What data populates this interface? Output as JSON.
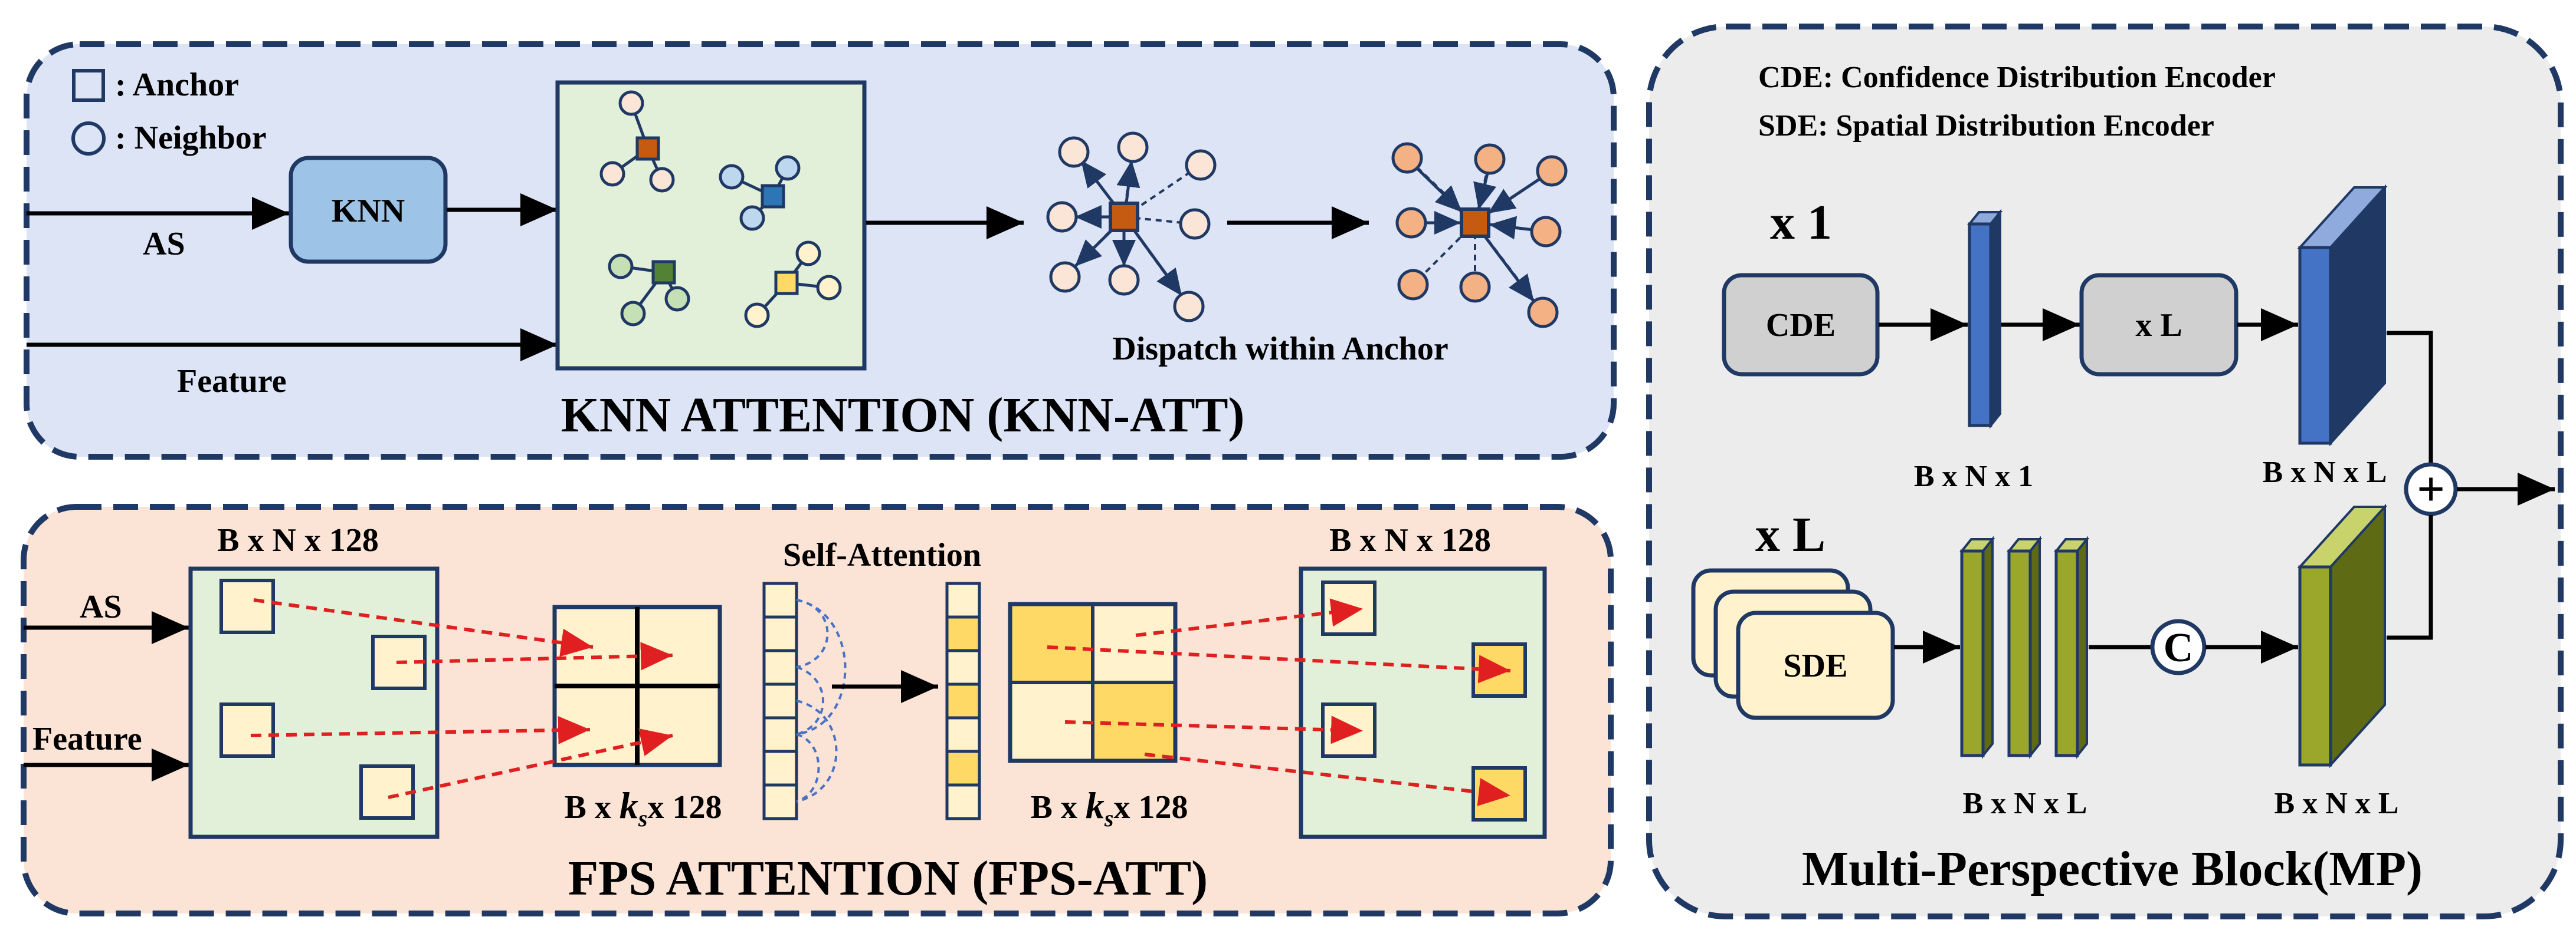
{
  "colors": {
    "border": "#1f3864",
    "knn_panel_bg": "#dce4f5",
    "fps_panel_bg": "#fbe3d6",
    "mp_panel_bg": "#ececec",
    "green_box": "#e2efd9",
    "knn_box": "#9dc3e6",
    "gray_box": "#d0d0d0",
    "sde_box": "#fff2cc",
    "blue_bar": "#2f5597",
    "olive_bar": "#9aa72b",
    "orange_anchor": "#c55a11",
    "blue_anchor": "#2e75b6",
    "green_anchor": "#548235",
    "yellow_anchor": "#ffd966",
    "pink_neighbor": "#fbe5d6",
    "salmon_neighbor": "#f4b183",
    "gold_cell": "#ffd966",
    "cream_cell": "#fff2cc",
    "red_arrow": "#e02020"
  },
  "knn_panel": {
    "title": "KNN ATTENTION (KNN-ATT)",
    "legend_anchor": ": Anchor",
    "legend_neighbor": ": Neighbor",
    "input_as": "AS",
    "input_feature": "Feature",
    "knn_label": "KNN",
    "dispatch_label": "Dispatch within Anchor"
  },
  "fps_panel": {
    "title": "FPS ATTENTION (FPS-ATT)",
    "input_as": "AS",
    "input_feature": "Feature",
    "left_dim": "B x N x 128",
    "right_dim": "B x N x 128",
    "self_attention": "Self-Attention",
    "ks_dim_prefix": "B x ",
    "ks_k": "k",
    "ks_s": "s",
    "ks_dim_suffix": "x 128"
  },
  "mp_panel": {
    "title": "Multi-Perspective Block(MP)",
    "cde_def": "CDE: Confidence Distribution Encoder",
    "sde_def": "SDE: Spatial Distribution Encoder",
    "x1": "x 1",
    "xL_top": "x L",
    "cde_label": "CDE",
    "xL_box": "x L",
    "sde_label": "SDE",
    "dim_bn1": "B x N x 1",
    "dim_bnl_top": "B x N x L",
    "dim_bnl_bottom": "B x N x L",
    "dim_bnl_out": "B x N x L",
    "concat": "C",
    "plus": "+"
  }
}
